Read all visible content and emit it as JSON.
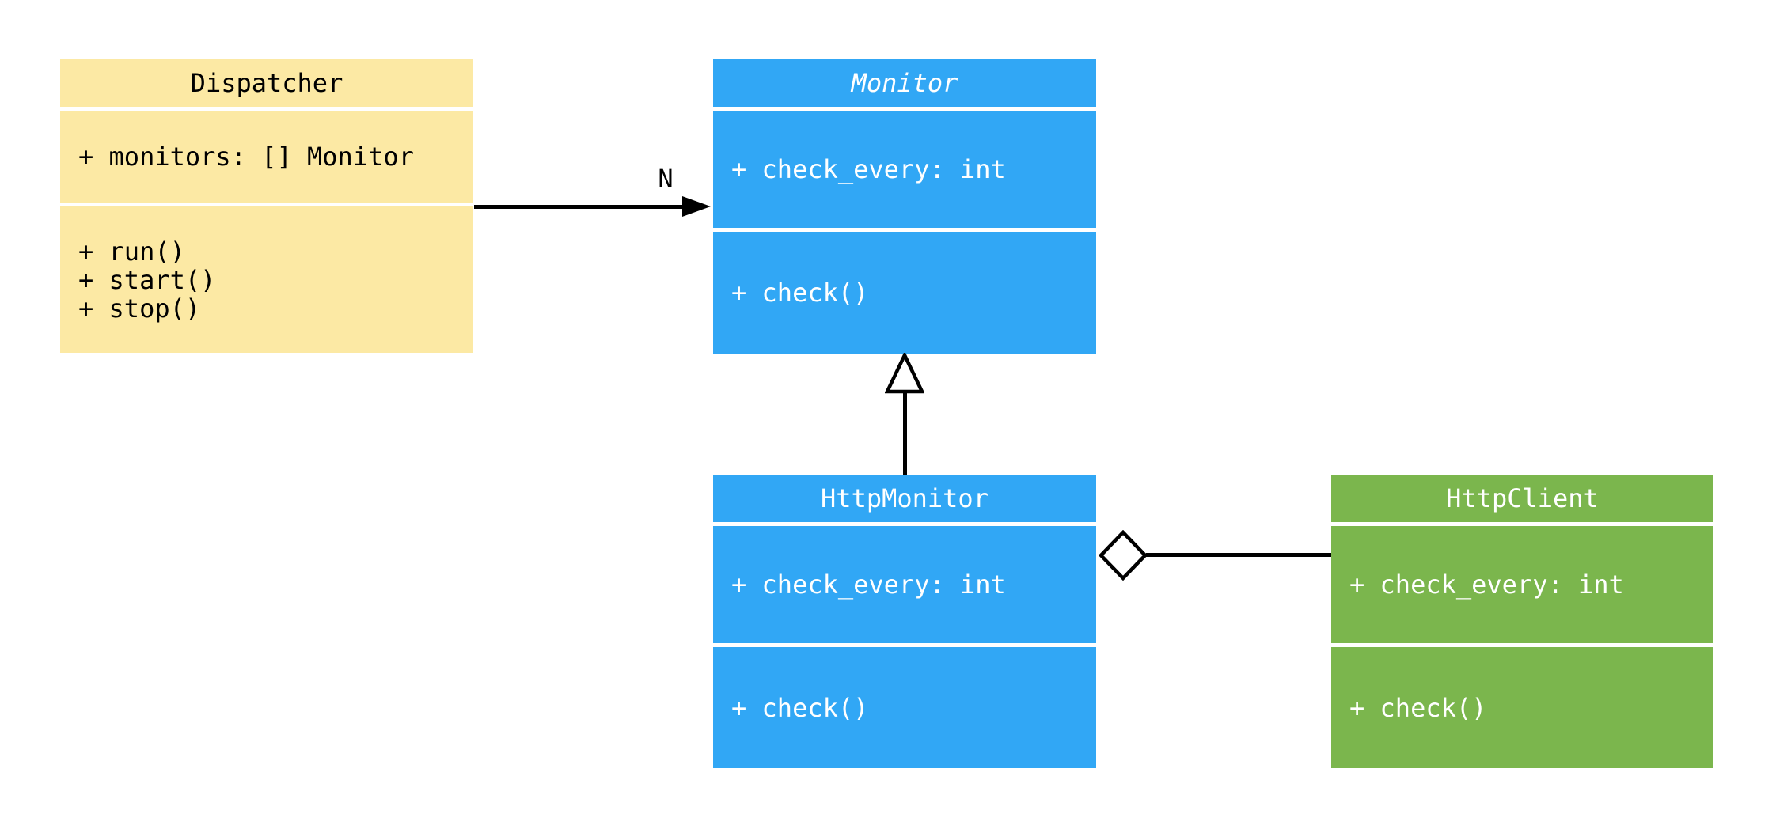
{
  "diagram": {
    "type": "uml-class-diagram",
    "classes": {
      "dispatcher": {
        "name": "Dispatcher",
        "color": "#FCE9A4",
        "attributes": [
          "+ monitors: [] Monitor"
        ],
        "methods": [
          "+ run()",
          "+ start()",
          "+ stop()"
        ]
      },
      "monitor": {
        "name": "Monitor",
        "style": "abstract-italic",
        "color": "#31A7F5",
        "attributes": [
          "+ check_every: int"
        ],
        "methods": [
          "+ check()"
        ]
      },
      "http_monitor": {
        "name": "HttpMonitor",
        "color": "#31A7F5",
        "attributes": [
          "+ check_every: int"
        ],
        "methods": [
          "+ check()"
        ]
      },
      "http_client": {
        "name": "HttpClient",
        "color": "#7BB64D",
        "attributes": [
          "+ check_every: int"
        ],
        "methods": [
          "+ check()"
        ]
      }
    },
    "relationships": {
      "dispatcher_to_monitor": {
        "type": "association-arrow",
        "label": "N"
      },
      "httpmonitor_to_monitor": {
        "type": "inheritance-hollow-triangle",
        "label": ""
      },
      "httpmonitor_to_httpclient": {
        "type": "aggregation-diamond",
        "label": ""
      }
    },
    "colors": {
      "background": "#FFFFFF",
      "line": "#000000",
      "yellow_class": "#FCE9A4",
      "blue_class": "#31A7F5",
      "green_class": "#7BB64D",
      "text_on_color": "#FFFFFF",
      "text_on_yellow": "#000000"
    }
  }
}
